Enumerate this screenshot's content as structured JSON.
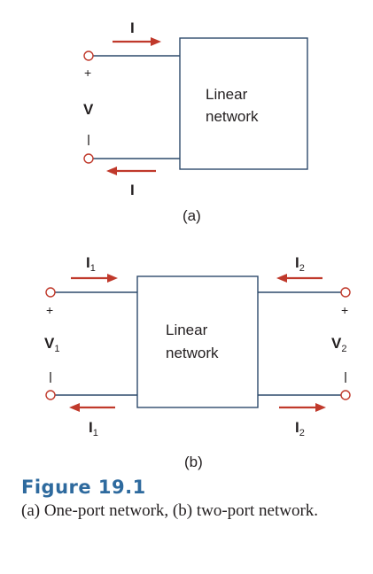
{
  "colors": {
    "wire": "#2d4a6b",
    "arrow": "#c0392b",
    "terminal": "#c0392b",
    "text": "#231f20",
    "figure_title": "#2e6a9e"
  },
  "diagram_a": {
    "box_line1": "Linear",
    "box_line2": "network",
    "current_top": "I",
    "current_bottom": "I",
    "voltage": "V",
    "plus": "+",
    "sublabel": "(a)"
  },
  "diagram_b": {
    "box_line1": "Linear",
    "box_line2": "network",
    "i1_top": "I",
    "i1_top_sub": "1",
    "i1_bottom": "I",
    "i1_bottom_sub": "1",
    "i2_top": "I",
    "i2_top_sub": "2",
    "i2_bottom": "I",
    "i2_bottom_sub": "2",
    "v1": "V",
    "v1_sub": "1",
    "v2": "V",
    "v2_sub": "2",
    "plus_left": "+",
    "plus_right": "+",
    "sublabel": "(b)"
  },
  "caption": {
    "title": "Figure 19.1",
    "text": "(a) One-port network, (b) two-port network."
  }
}
